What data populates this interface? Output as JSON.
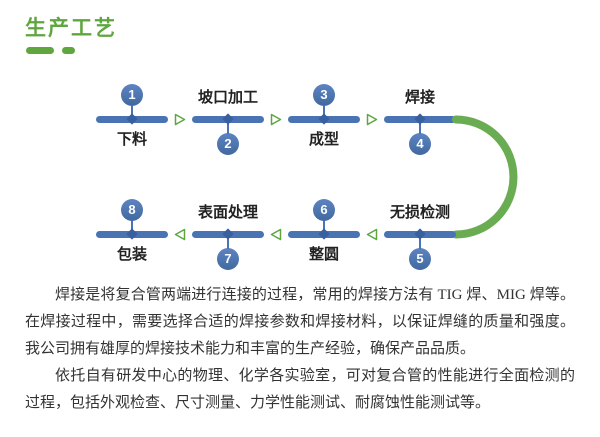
{
  "page": {
    "title": "生产工艺"
  },
  "colors": {
    "blue": "#4a73b4",
    "dark_blue": "#38609e",
    "green": "#5fa63f",
    "text": "#333333"
  },
  "icons": {
    "flow_arrow_right": "triangle-right-outline",
    "flow_arrow_left": "triangle-left-outline",
    "flow_curve": "u-turn-arc-right"
  },
  "flow": {
    "steps": [
      {
        "number": "1",
        "label": "下料"
      },
      {
        "number": "2",
        "label": "坡口加工"
      },
      {
        "number": "3",
        "label": "成型"
      },
      {
        "number": "4",
        "label": "焊接"
      },
      {
        "number": "5",
        "label": "无损检测"
      },
      {
        "number": "6",
        "label": "整圆"
      },
      {
        "number": "7",
        "label": "表面处理"
      },
      {
        "number": "8",
        "label": "包装"
      }
    ]
  },
  "body": {
    "paragraphs": [
      "焊接是将复合管两端进行连接的过程，常用的焊接方法有 TIG 焊、MIG 焊等。在焊接过程中，需要选择合适的焊接参数和焊接材料，以保证焊缝的质量和强度。我公司拥有雄厚的焊接技术能力和丰富的生产经验，确保产品品质。",
      "依托自有研发中心的物理、化学各实验室，可对复合管的性能进行全面检测的过程，包括外观检查、尺寸测量、力学性能测试、耐腐蚀性能测试等。"
    ]
  }
}
